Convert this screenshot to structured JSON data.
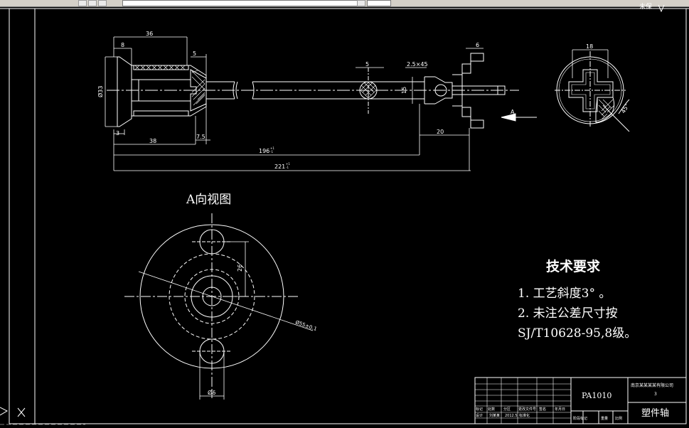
{
  "window": {
    "top_right_label": "未保",
    "command_prompt_icon": "x-icon"
  },
  "drawing": {
    "dims_main": {
      "d36": "36",
      "d8": "8",
      "d5a": "5",
      "d5b": "5",
      "d6": "6",
      "chamfer": "2.5×45",
      "d15": "15",
      "dia33": "Ø33",
      "d3": "3",
      "d38": "38",
      "d7_5": "7.5",
      "d20": "20",
      "d196": "196",
      "d196_tol": "+1",
      "d196_tol2": "-1",
      "d221": "221",
      "d221_tol": "+1",
      "d221_tol2": "-1",
      "arrow_a": "A"
    },
    "dims_side": {
      "d18": "18",
      "angle45": "45°"
    },
    "view_a": {
      "title": "A向视图",
      "d26": "26",
      "dia_pcd": "Ø55±0.1",
      "dia6": "Ø6"
    },
    "tech_req": {
      "heading": "技术要求",
      "line1": "1.  工艺斜度3°  。",
      "line2": "2.  未注公差尺寸按",
      "line3": "SJ/T10628-95,8级。"
    },
    "title_block": {
      "drawing_no": "PA1010",
      "part_name": "塑件轴",
      "company": "南京某某某某有限公司",
      "company2": "3",
      "row_labels": [
        "标记",
        "处数",
        "分区",
        "更改文件号",
        "签名",
        "年月日"
      ],
      "row2_labels": [
        "设计",
        "刘某某",
        "2012.5",
        "标准化"
      ],
      "stage_label": "阶段标记",
      "weight_label": "重量",
      "scale_label": "比例"
    }
  }
}
